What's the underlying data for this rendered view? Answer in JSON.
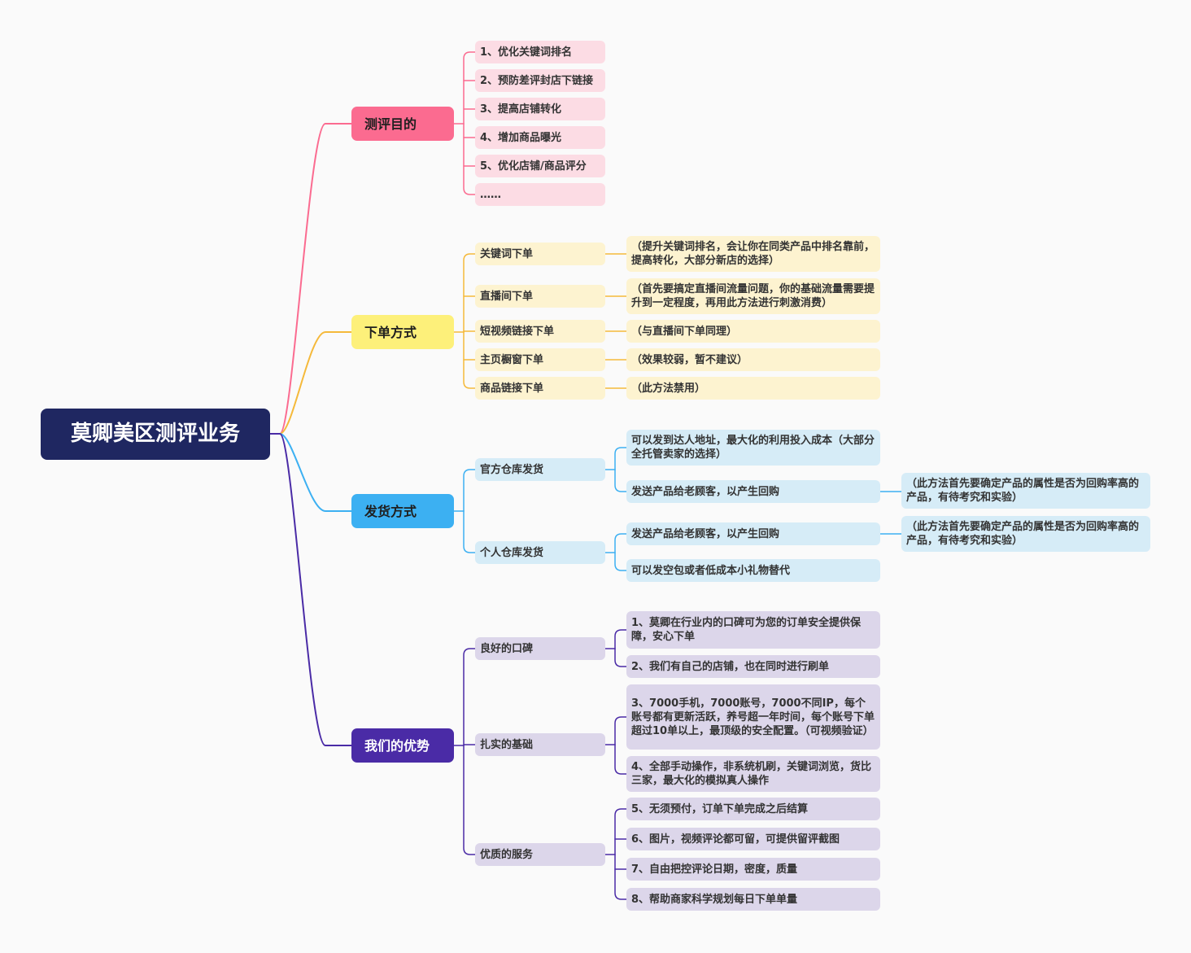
{
  "root": "莫卿美区测评业务",
  "branches": {
    "purpose": {
      "label": "测评目的",
      "items": [
        "1、优化关键词排名",
        "2、预防差评封店下链接",
        "3、提高店铺转化",
        "4、增加商品曝光",
        "5、优化店铺/商品评分",
        "……"
      ]
    },
    "order": {
      "label": "下单方式",
      "items": [
        {
          "label": "关键词下单",
          "note": "（提升关键词排名，会让你在同类产品中排名靠前，提高转化，大部分新店的选择）"
        },
        {
          "label": "直播间下单",
          "note": "（首先要搞定直播间流量问题，你的基础流量需要提升到一定程度，再用此方法进行刺激消费）"
        },
        {
          "label": "短视频链接下单",
          "note": "（与直播间下单同理）"
        },
        {
          "label": "主页橱窗下单",
          "note": "（效果较弱，暂不建议）"
        },
        {
          "label": "商品链接下单",
          "note": "（此方法禁用）"
        }
      ]
    },
    "shipping": {
      "label": "发货方式",
      "official": {
        "label": "官方仓库发货",
        "a": "可以发到达人地址，最大化的利用投入成本（大部分全托管卖家的选择）",
        "b": "发送产品给老顾客，以产生回购",
        "b_note": "（此方法首先要确定产品的属性是否为回购率高的产品，有待考究和实验）"
      },
      "personal": {
        "label": "个人仓库发货",
        "a": "发送产品给老顾客，以产生回购",
        "a_note": "（此方法首先要确定产品的属性是否为回购率高的产品，有待考究和实验）",
        "b": "可以发空包或者低成本小礼物替代"
      }
    },
    "advantages": {
      "label": "我们的优势",
      "reputation": {
        "label": "良好的口碑",
        "items": [
          "1、莫卿在行业内的口碑可为您的订单安全提供保障，安心下单",
          "2、我们有自己的店铺，也在同时进行刷单"
        ]
      },
      "foundation": {
        "label": "扎实的基础",
        "items": [
          "3、7000手机，7000账号，7000不同IP，每个账号都有更新活跃，养号超一年时间，每个账号下单超过10单以上，最顶级的安全配置。（可视频验证）",
          "4、全部手动操作，非系统机刷，关键词浏览，货比三家，最大化的模拟真人操作"
        ]
      },
      "service": {
        "label": "优质的服务",
        "items": [
          "5、无须预付，订单下单完成之后结算",
          "6、图片，视频评论都可留，可提供留评截图",
          "7、自由把控评论日期，密度，质量",
          "8、帮助商家科学规划每日下单单量"
        ]
      }
    }
  },
  "colors": {
    "root": "#1f2761",
    "pink": "#fb6b90",
    "yellow": "#f5b93a",
    "blue": "#3cb0f2",
    "purple": "#4a2ba6"
  }
}
